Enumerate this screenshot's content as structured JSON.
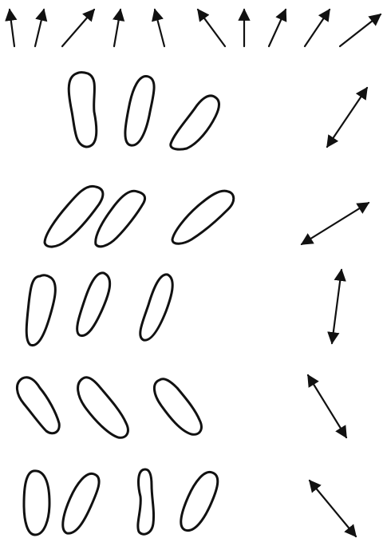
{
  "figure": {
    "ink_color": "#111111",
    "background_color": "#ffffff",
    "rows": [
      {
        "shape_count": 3,
        "reference_arrow": "double-headed"
      },
      {
        "shape_count": 3,
        "reference_arrow": "double-headed"
      },
      {
        "shape_count": 3,
        "reference_arrow": "double-headed"
      },
      {
        "shape_count": 3,
        "reference_arrow": "double-headed"
      },
      {
        "shape_count": 4,
        "reference_arrow": "double-headed"
      }
    ],
    "top_arrow_count": 10
  }
}
